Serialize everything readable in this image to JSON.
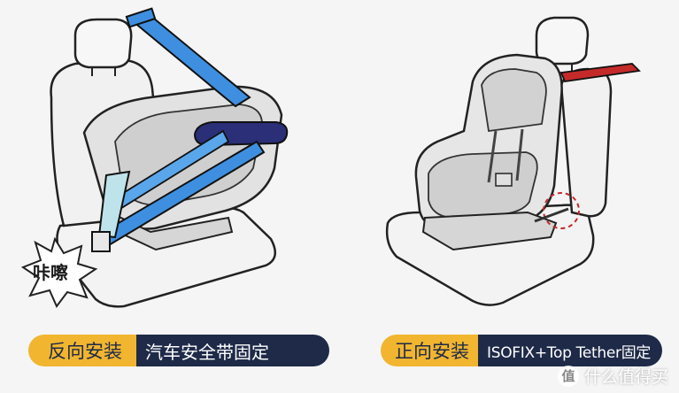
{
  "left": {
    "caption_tag": "反向安装",
    "caption_desc": "汽车安全带固定",
    "sound_effect": "咔嚓"
  },
  "right": {
    "caption_tag": "正向安装",
    "caption_desc": "ISOFIX+Top Tether固定"
  },
  "colors": {
    "accent_yellow": "#f1b52f",
    "navy": "#1e2a48",
    "belt_blue": "#3e8fe0",
    "tether_red": "#c42a2a"
  },
  "watermark": {
    "icon": "值",
    "text": "什么值得买"
  }
}
